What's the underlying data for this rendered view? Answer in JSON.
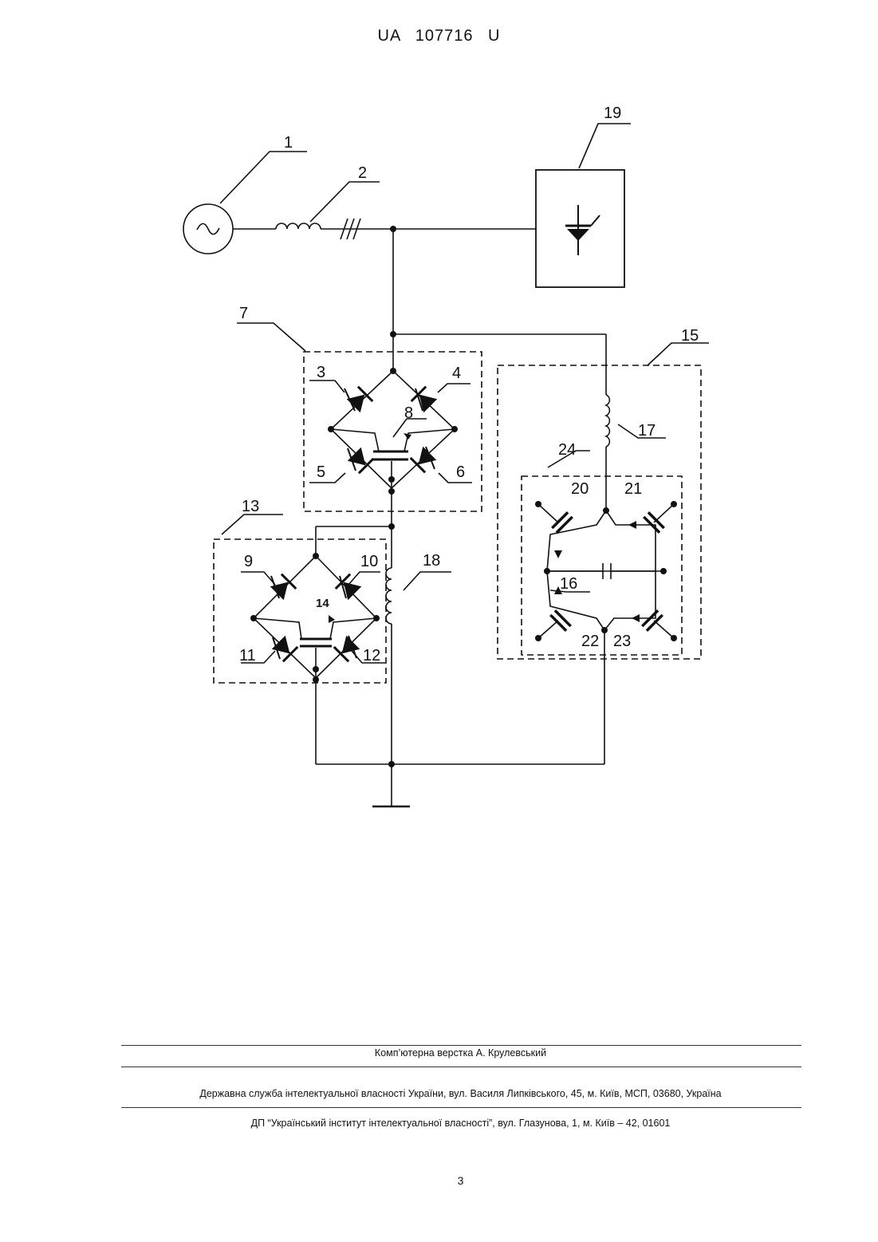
{
  "header": {
    "doc_id": "UA   107716   U"
  },
  "figure": {
    "labels": {
      "n1": "1",
      "n2": "2",
      "n3": "3",
      "n4": "4",
      "n5": "5",
      "n6": "6",
      "n7": "7",
      "n8": "8",
      "n9": "9",
      "n10": "10",
      "n11": "11",
      "n12": "12",
      "n13": "13",
      "n14": "14",
      "n15": "15",
      "n16": "16",
      "n17": "17",
      "n18": "18",
      "n19": "19",
      "n20": "20",
      "n21": "21",
      "n22": "22",
      "n23": "23",
      "n24": "24"
    }
  },
  "footer": {
    "typesetting": "Комп’ютерна верстка А. Крулевський",
    "agency": "Державна служба інтелектуальної власності України, вул. Василя Липківського, 45, м. Київ, МСП, 03680, Україна",
    "institute": "ДП “Український інститут інтелектуальної власності”, вул. Глазунова, 1, м. Київ – 42, 01601",
    "page_number": "3"
  }
}
